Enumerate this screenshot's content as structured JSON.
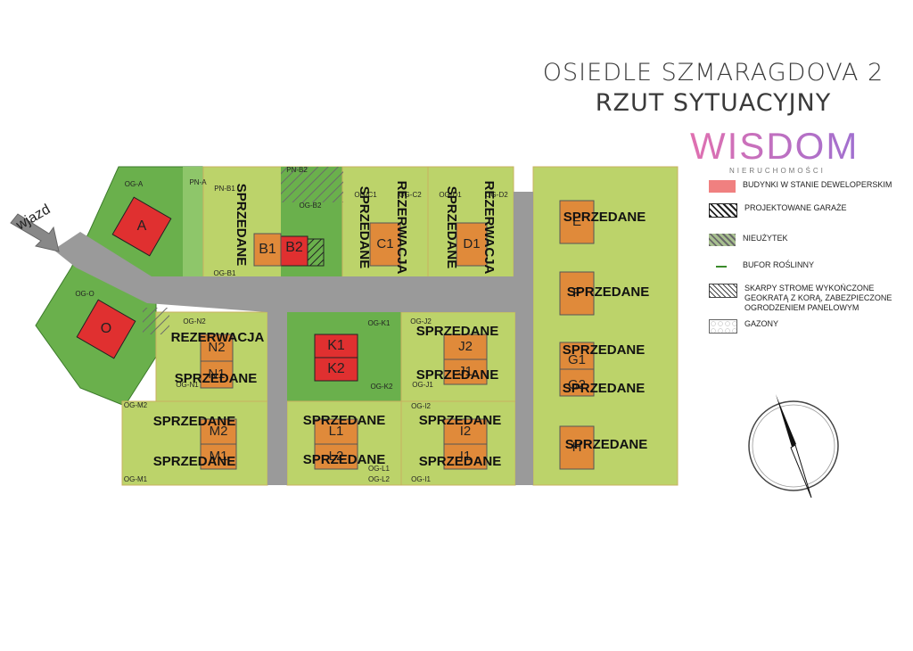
{
  "title": {
    "line1": "OSIEDLE SZMARAGDOVA 2",
    "line2": "RZUT SYTUACYJNY"
  },
  "brand": {
    "name": "WISDOM",
    "sub": "NIERUCHOMOŚCI"
  },
  "legend": [
    {
      "id": "red",
      "label": "BUDYNKI W STANIE DEWELOPERSKIM",
      "color": "#f08080"
    },
    {
      "id": "garage",
      "label": "PROJEKTOWANE GARAŻE",
      "color": "#222222"
    },
    {
      "id": "wasteland",
      "label": "NIEUŻYTEK",
      "color": "#8aa07a"
    },
    {
      "id": "buffer",
      "label": "BUFOR ROŚLINNY",
      "color": "#3a8a2a"
    },
    {
      "id": "slope",
      "label": "SKARPY STROME WYKOŃCZONE\nGEOKRATĄ Z KORĄ, ZABEZPIECZONE\nOGRODZENIEM PANELOWYM",
      "color": "#444444"
    },
    {
      "id": "lawn",
      "label": "GAZONY",
      "color": "#666666"
    }
  ],
  "map": {
    "entrance": "wjazd",
    "status_labels": [
      {
        "text": "SPRZEDANE",
        "id": "b1",
        "vertical": true
      },
      {
        "text": "SPRZEDANE",
        "id": "c1",
        "vertical": true
      },
      {
        "text": "REZERWACJA",
        "id": "c2",
        "vertical": true
      },
      {
        "text": "SPRZEDANE",
        "id": "d1",
        "vertical": true
      },
      {
        "text": "REZERWACJA",
        "id": "d2",
        "vertical": true
      },
      {
        "text": "SPRZEDANE",
        "id": "e1"
      },
      {
        "text": "SPRZEDANE",
        "id": "f1"
      },
      {
        "text": "SPRZEDANE",
        "id": "g1"
      },
      {
        "text": "SPRZEDANE",
        "id": "g2"
      },
      {
        "text": "SPRZEDANE",
        "id": "h1"
      },
      {
        "text": "REZERWACJA",
        "id": "n2"
      },
      {
        "text": "SPRZEDANE",
        "id": "n1"
      },
      {
        "text": "SPRZEDANE",
        "id": "j2"
      },
      {
        "text": "SPRZEDANE",
        "id": "j1"
      },
      {
        "text": "SPRZEDANE",
        "id": "m2"
      },
      {
        "text": "SPRZEDANE",
        "id": "m1"
      },
      {
        "text": "SPRZEDANE",
        "id": "l2"
      },
      {
        "text": "SPRZEDANE",
        "id": "l1"
      },
      {
        "text": "SPRZEDANE",
        "id": "i2"
      },
      {
        "text": "SPRZEDANE",
        "id": "i1"
      }
    ],
    "building_labels": [
      "A",
      "O",
      "B1",
      "B2",
      "K1",
      "K2",
      "C1",
      "D1",
      "N2",
      "N1",
      "J2",
      "J1",
      "M2",
      "M1",
      "L1",
      "L2",
      "I2",
      "I1",
      "E",
      "F",
      "G1",
      "G2",
      "H"
    ],
    "plot_labels": [
      "OG-A",
      "OG-O",
      "PN-A",
      "PN-B1",
      "PN-B2",
      "OG-B1",
      "OG-B2",
      "OG-C1",
      "OG-C2",
      "OG-D1",
      "OG-D2",
      "OG-N2",
      "OG-N1",
      "OG-K1",
      "OG-K2",
      "OG-J2",
      "OG-J1",
      "OG-M2",
      "OG-M1",
      "OG-L1",
      "OG-L2",
      "OG-I2",
      "OG-I1"
    ]
  }
}
